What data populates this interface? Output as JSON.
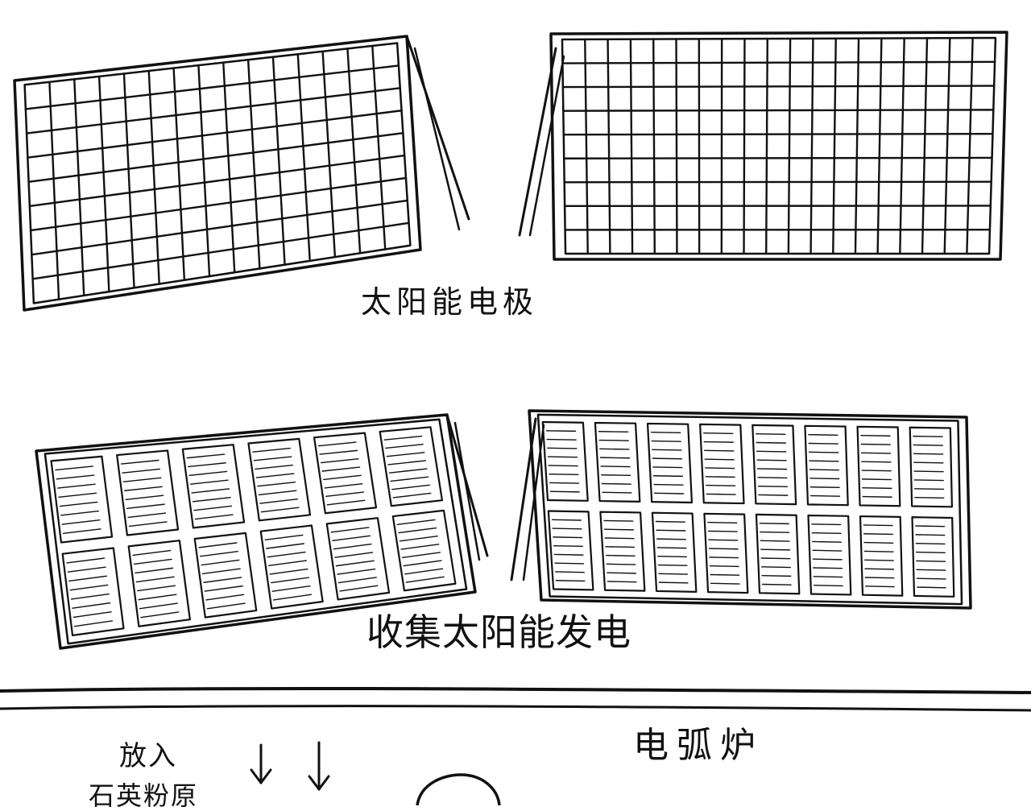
{
  "labels": {
    "solar_panels": "太阳能电极",
    "collect_solar_power": "收集太阳能发电",
    "arc_furnace": "电弧炉",
    "put_in_line1": "放入",
    "put_in_line2": "石英粉原"
  },
  "icons": {
    "arrow": "down-arrow-icon"
  },
  "colors": {
    "ink": "#111111",
    "paper": "#ffffff"
  }
}
